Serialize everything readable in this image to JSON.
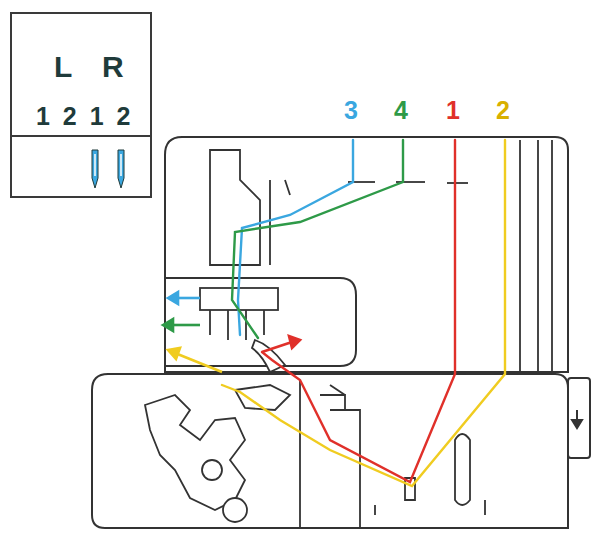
{
  "diagram": {
    "nodes": [
      {
        "text": [
          "L",
          "R",
          "1 2 1 2"
        ]
      }
    ],
    "edges": [],
    "labels": [
      "3",
      "4",
      "1",
      "2"
    ]
  }
}
